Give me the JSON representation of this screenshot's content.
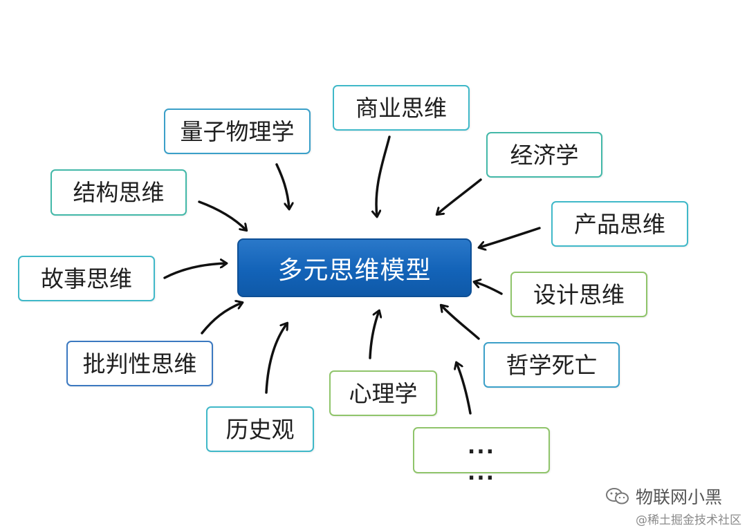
{
  "center": {
    "label": "多元思维模型"
  },
  "nodes": {
    "liangzi": "量子物理学",
    "shangye": "商业思维",
    "jingji": "经济学",
    "jiegou": "结构思维",
    "chanpin": "产品思维",
    "gushi": "故事思维",
    "sheji": "设计思维",
    "pipan": "批判性思维",
    "zhexue": "哲学死亡",
    "xinli": "心理学",
    "lishi": "历史观",
    "ellipsis": "...",
    "ellipsis2": "..."
  },
  "watermark": {
    "brand": "物联网小黑",
    "site": "@稀土掘金技术社区"
  },
  "colors": {
    "center_fill": "#1565c0",
    "border_teal": "#3fb8c8",
    "border_green": "#8fc46a",
    "border_blue": "#3a78c0"
  }
}
